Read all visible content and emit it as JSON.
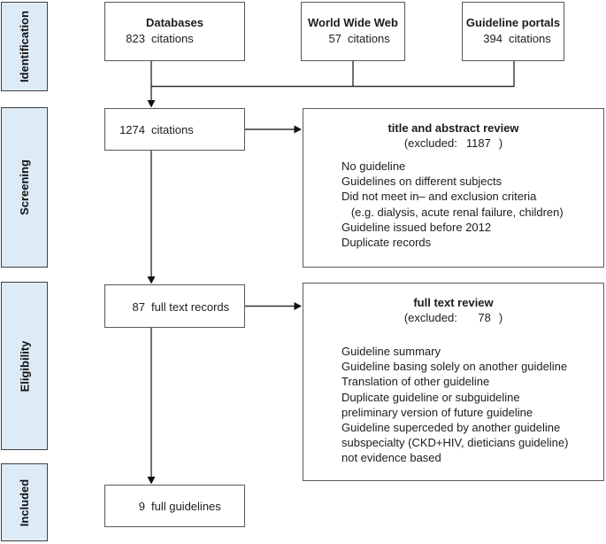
{
  "colors": {
    "sidebar_fill": "#ddebf7",
    "sidebar_border": "#404040",
    "box_border": "#595959",
    "connector_line": "#333333",
    "text": "#1c1c1c"
  },
  "sidebar": {
    "items": [
      {
        "label": "Identification"
      },
      {
        "label": "Screening"
      },
      {
        "label": "Eligibility"
      },
      {
        "label": "Included"
      }
    ]
  },
  "sources": [
    {
      "title": "Databases",
      "count": "823",
      "unit": "citations"
    },
    {
      "title": "World Wide Web",
      "count": "57",
      "unit": "citations"
    },
    {
      "title": "Guideline portals",
      "count": "394",
      "unit": "citations"
    }
  ],
  "stages": {
    "screening": {
      "count": "1274",
      "label": "citations"
    },
    "eligibility": {
      "count": "87",
      "label": "full text records"
    },
    "included": {
      "count": "9",
      "label": "full guidelines"
    }
  },
  "reviews": {
    "title_abstract": {
      "title": "title and abstract review",
      "excluded_open": "(excluded:",
      "excluded_count": "1187",
      "excluded_close": ")",
      "reasons": [
        "No guideline",
        "Guidelines on different subjects",
        "Did not meet in– and exclusion criteria",
        "   (e.g. dialysis, acute renal failure, children)",
        "Guideline issued before 2012",
        "Duplicate records"
      ]
    },
    "full_text": {
      "title": "full text review",
      "excluded_open": "(excluded:",
      "excluded_count": "78",
      "excluded_close": ")",
      "reasons": [
        "Guideline summary",
        "Guideline basing solely on another guideline",
        "Translation of other guideline",
        "Duplicate guideline or subguideline",
        "preliminary version of future guideline",
        "Guideline superceded by another guideline",
        "subspecialty (CKD+HIV, dieticians guideline)",
        "not evidence based"
      ]
    }
  }
}
